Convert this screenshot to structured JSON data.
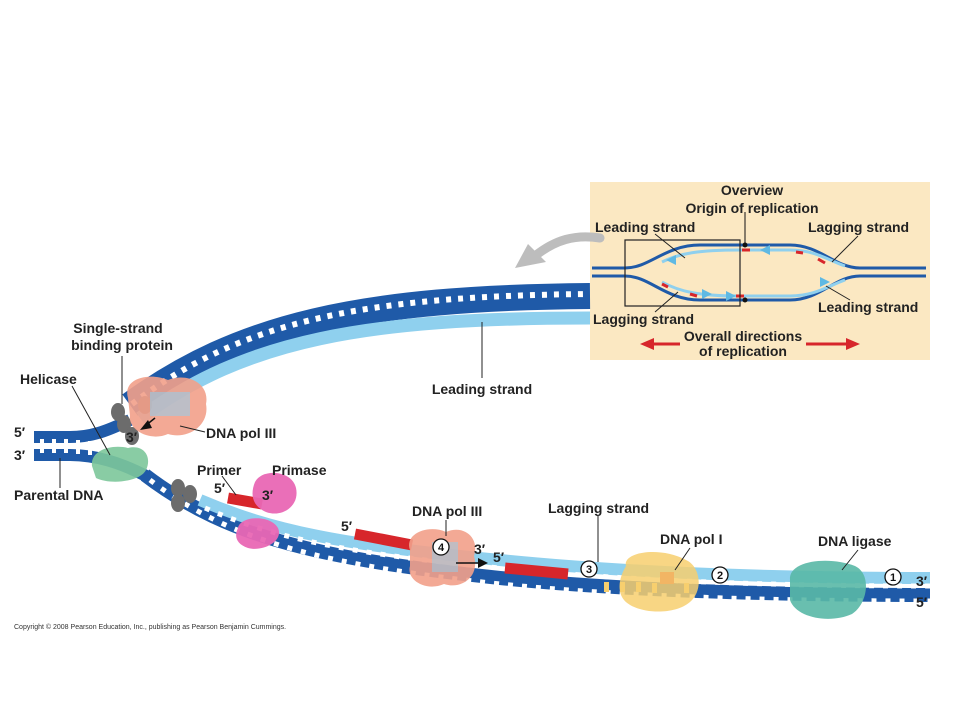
{
  "overview": {
    "title": "Overview",
    "origin_label": "Origin of replication",
    "leading_left": "Leading strand",
    "lagging_right": "Lagging strand",
    "lagging_left": "Lagging strand",
    "leading_right": "Leading strand",
    "overall_line1": "Overall directions",
    "overall_line2": "of replication",
    "colors": {
      "panel": "#fbe8c2",
      "arrow": "#d7262b",
      "dna_dark": "#1f5aa8",
      "dna_light": "#8fd0ee"
    }
  },
  "labels": {
    "ssb_line1": "Single-strand",
    "ssb_line2": "binding protein",
    "helicase": "Helicase",
    "leading_strand": "Leading strand",
    "dna_pol_iii_top": "DNA pol III",
    "parental_dna": "Parental DNA",
    "primer": "Primer",
    "primase": "Primase",
    "dna_pol_iii_bottom": "DNA pol III",
    "lagging_strand": "Lagging strand",
    "dna_pol_i": "DNA pol I",
    "dna_ligase": "DNA ligase"
  },
  "ends": {
    "left_top_5": "5′",
    "left_bottom_3": "3′",
    "leading_3": "3′",
    "primase_3": "3′",
    "primer_5": "5′",
    "fragment_5": "5′",
    "polIII_3": "3′",
    "polIII_5": "5′",
    "right_3": "3′",
    "right_5": "5′"
  },
  "steps": {
    "one": "1",
    "two": "2",
    "three": "3",
    "four": "4"
  },
  "copyright": "Copyright © 2008 Pearson Education, Inc., publishing as Pearson Benjamin Cummings.",
  "colors": {
    "dna_dark": "#1f5aa8",
    "dna_light": "#8fd0ee",
    "primer_red": "#d7262b",
    "helicase_green": "#7cc79a",
    "pol_iii_salmon": "#f2a08a",
    "primase_pink": "#e967b4",
    "pol_i_yellow": "#f7cf6e",
    "ligase_teal": "#59b8a6",
    "ssb_gray": "#6c6c6c"
  }
}
